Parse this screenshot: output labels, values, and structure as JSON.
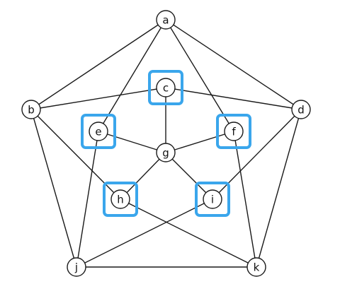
{
  "graph": {
    "highlight_color": "#3aa6ec",
    "nodes": [
      {
        "id": "a",
        "label": "a"
      },
      {
        "id": "b",
        "label": "b"
      },
      {
        "id": "c",
        "label": "c",
        "highlighted": true
      },
      {
        "id": "d",
        "label": "d"
      },
      {
        "id": "e",
        "label": "e",
        "highlighted": true
      },
      {
        "id": "f",
        "label": "f",
        "highlighted": true
      },
      {
        "id": "g",
        "label": "g"
      },
      {
        "id": "h",
        "label": "h",
        "highlighted": true
      },
      {
        "id": "i",
        "label": "i",
        "highlighted": true
      },
      {
        "id": "j",
        "label": "j"
      },
      {
        "id": "k",
        "label": "k"
      }
    ],
    "edges": [
      [
        "a",
        "b"
      ],
      [
        "a",
        "d"
      ],
      [
        "a",
        "e"
      ],
      [
        "a",
        "f"
      ],
      [
        "b",
        "c"
      ],
      [
        "b",
        "h"
      ],
      [
        "b",
        "j"
      ],
      [
        "c",
        "d"
      ],
      [
        "c",
        "g"
      ],
      [
        "d",
        "i"
      ],
      [
        "d",
        "k"
      ],
      [
        "e",
        "g"
      ],
      [
        "e",
        "j"
      ],
      [
        "f",
        "g"
      ],
      [
        "f",
        "k"
      ],
      [
        "g",
        "h"
      ],
      [
        "g",
        "i"
      ],
      [
        "h",
        "k"
      ],
      [
        "i",
        "j"
      ],
      [
        "j",
        "k"
      ]
    ]
  }
}
